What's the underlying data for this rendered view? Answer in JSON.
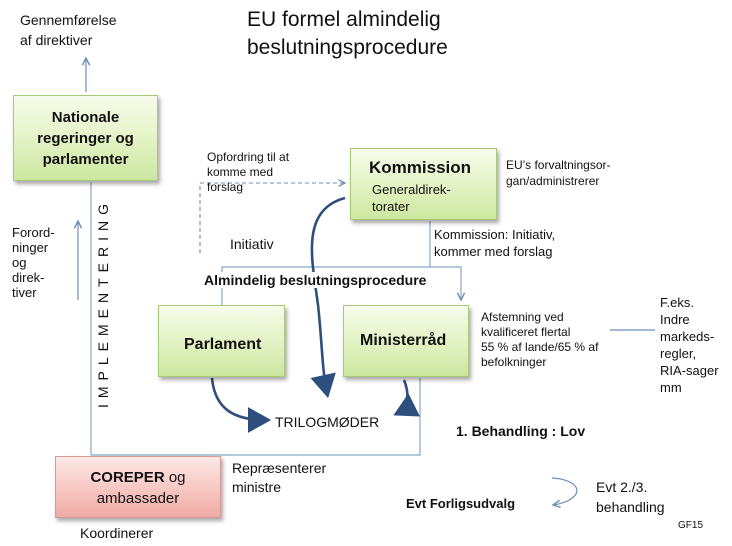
{
  "title": {
    "line1": "EU formel almindelig",
    "line2": "beslutningsprocedure"
  },
  "top_left": {
    "line1": "Gennemførelse",
    "line2": "af direktiver"
  },
  "national": {
    "line1": "Nationale",
    "line2": "regeringer og",
    "line3": "parlamenter"
  },
  "forordninger": [
    "Forord-",
    "ninger",
    "og",
    "direk-",
    "tiver"
  ],
  "implementering": "IMPLEMENTERING",
  "opfordring": {
    "line1": "Opfordring til at",
    "line2": "komme med",
    "line3": "forslag"
  },
  "kommission": {
    "title": "Kommission",
    "sub1": "Generaldirek-",
    "sub2": "torater"
  },
  "eu_forvaltning": {
    "line1": "EU’s forvaltningsor-",
    "line2": "gan/administrerer"
  },
  "initiativ": "Initiativ",
  "kommission_note": {
    "line1": "Kommission: Initiativ,",
    "line2": "kommer med forslag"
  },
  "procedure": "Almindelig beslutningsprocedure",
  "parlament": "Parlament",
  "ministerraad": "Ministerråd",
  "afstemning": {
    "line1": "Afstemning ved",
    "line2": "kvalificeret flertal",
    "line3": "55 % af lande/65 % af",
    "line4": "befolkninger"
  },
  "feks": [
    "F.eks.",
    "Indre",
    "markeds-",
    "regler,",
    "RIA-sager",
    "mm"
  ],
  "trilog": "TRILOGMØDER",
  "behandling1": "1. Behandling : Lov",
  "coreper": {
    "bold": "COREPER",
    "rest": " og",
    "line2": "ambassader"
  },
  "repraesenterer": {
    "line1": "Repræsenterer",
    "line2": "ministre"
  },
  "koordinerer": "Koordinerer",
  "forligsudvalg": "Evt Forligsudvalg",
  "evt_behandling": {
    "line1": "Evt 2./3.",
    "line2": "behandling"
  },
  "gf": "GF15",
  "colors": {
    "arrow": "#6b8fb5",
    "dark_arrow": "#2e4e7e",
    "line": "#8aa6c8"
  }
}
